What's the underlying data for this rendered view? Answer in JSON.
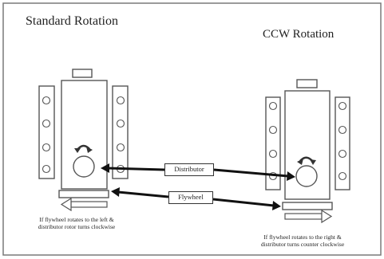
{
  "diagram": {
    "left_panel": {
      "title": "Standard Rotation",
      "caption_lines": [
        "If flywheel rotates to the left &",
        "distributor rotor turns clockwise"
      ]
    },
    "right_panel": {
      "title": "CCW Rotation",
      "caption_lines": [
        "If flywheel rotates to the right &",
        "distributor turns counter clockwise"
      ]
    },
    "labels": {
      "distributor": "Distributor",
      "flywheel": "Flywheel"
    },
    "colors": {
      "border": "#7a7a7a",
      "outline": "#555555",
      "arrow": "#111111",
      "text": "#222222"
    }
  }
}
